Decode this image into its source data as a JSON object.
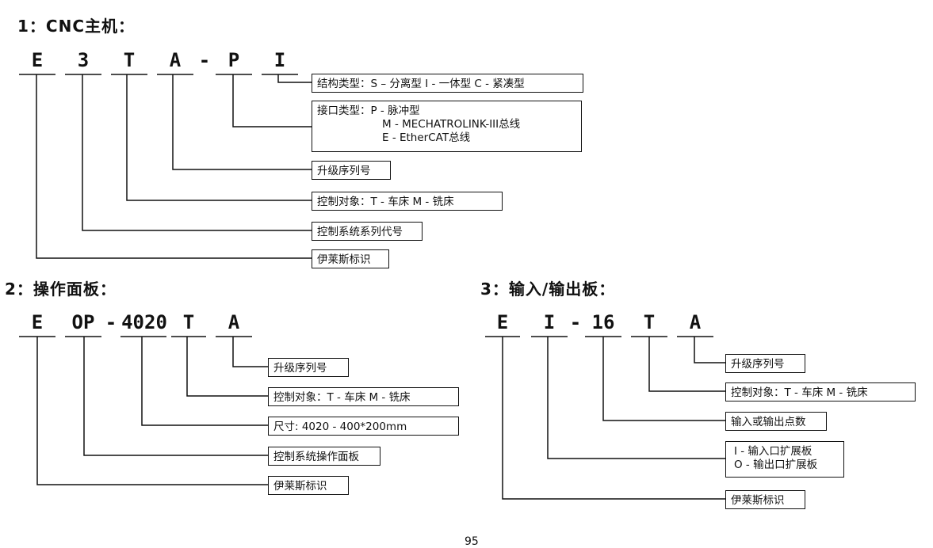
{
  "section1": {
    "heading": "1：CNC主机：",
    "codes": [
      "E",
      "3",
      "T",
      "A",
      "-",
      "P",
      "I"
    ],
    "boxes": {
      "structure": "结构类型：S – 分离型  I - 一体型  C - 紧凑型",
      "interface_l1": "接口类型：P - 脉冲型",
      "interface_l2": "M - MECHATROLINK-III总线",
      "interface_l3": "E - EtherCAT总线",
      "upgrade": "升级序列号",
      "control_object": "控制对象：T - 车床   M - 铣床",
      "system_series": "控制系统系列代号",
      "brand": "伊莱斯标识"
    }
  },
  "section2": {
    "heading": "2：操作面板：",
    "codes": [
      "E",
      "OP",
      "-",
      "4020",
      "T",
      "A"
    ],
    "boxes": {
      "upgrade": "升级序列号",
      "control_object": "控制对象：T - 车床   M - 铣床",
      "size": "尺寸: 4020 - 400*200mm",
      "panel": "控制系统操作面板",
      "brand": "伊莱斯标识"
    }
  },
  "section3": {
    "heading": "3：输入/输出板：",
    "codes": [
      "E",
      "I",
      "-",
      "16",
      "T",
      "A"
    ],
    "boxes": {
      "upgrade": "升级序列号",
      "control_object": "控制对象：T - 车床   M - 铣床",
      "io_points": "输入或输出点数",
      "io_type_l1": "I  - 输入口扩展板",
      "io_type_l2": "O - 输出口扩展板",
      "brand": "伊莱斯标识"
    }
  },
  "page_number": "95"
}
